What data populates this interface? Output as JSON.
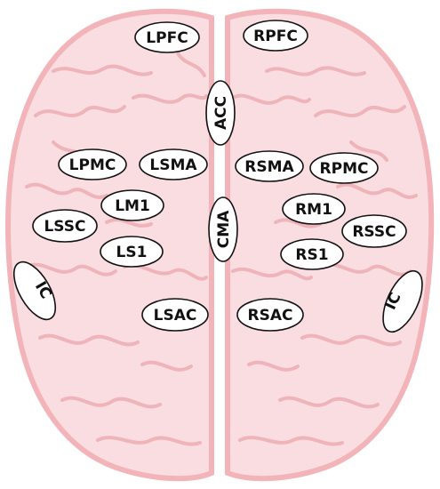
{
  "colors": {
    "brain_fill": "#f9dde0",
    "brain_outline": "#f2b4b9",
    "gyri": "#efb4b9",
    "ellipse_fill": "#ffffff",
    "ellipse_stroke": "#111111",
    "label_text": "#111111"
  },
  "regions": {
    "lpfc": "LPFC",
    "rpfc": "RPFC",
    "acc": "ACC",
    "lpmc": "LPMC",
    "lsma": "LSMA",
    "rsma": "RSMA",
    "rpmc": "RPMC",
    "lm1": "LM1",
    "rm1": "RM1",
    "lssc": "LSSC",
    "rssc": "RSSC",
    "cma": "CMA",
    "ls1": "LS1",
    "rs1": "RS1",
    "ic_left": "IC",
    "ic_right": "IC",
    "lsac": "LSAC",
    "rsac": "RSAC"
  }
}
